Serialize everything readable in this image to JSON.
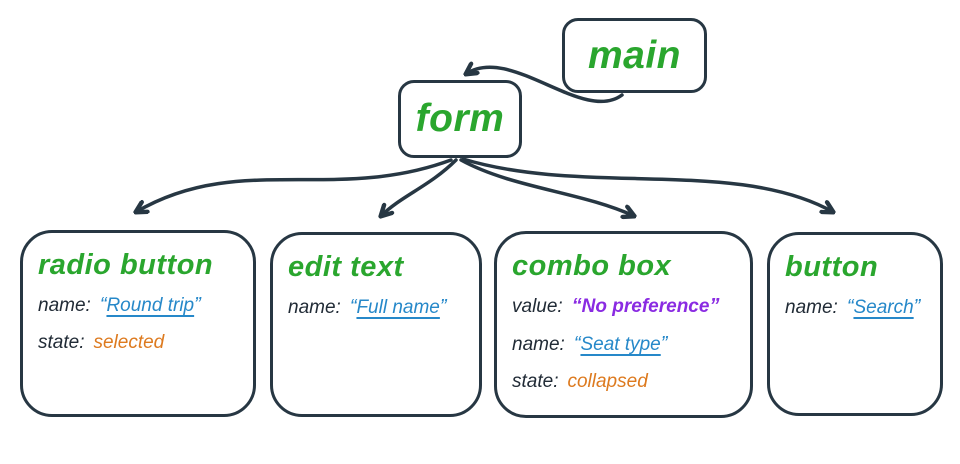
{
  "colors": {
    "outline_and_arrows": "#273743",
    "node_title_green": "#2aa62e",
    "name_value_blue": "#2688c9",
    "state_value_orange": "#dd7a1f",
    "combo_value_purple": "#8a2be2",
    "property_key_dark": "#212b36",
    "background": "#ffffff"
  },
  "punctuation": {
    "open_quote": "“",
    "close_quote": "”"
  },
  "nodes": {
    "main": {
      "title": "main"
    },
    "form": {
      "title": "form"
    },
    "radio_button": {
      "title": "radio button",
      "name_key": "name:",
      "name_value": "Round trip",
      "state_key": "state:",
      "state_value": "selected"
    },
    "edit_text": {
      "title": "edit text",
      "name_key": "name:",
      "name_value": "Full name"
    },
    "combo_box": {
      "title": "combo box",
      "value_key": "value:",
      "value_value": "No preference",
      "name_key": "name:",
      "name_value": "Seat type",
      "state_key": "state:",
      "state_value": "collapsed"
    },
    "button": {
      "title": "button",
      "name_key": "name:",
      "name_value": "Search"
    }
  }
}
